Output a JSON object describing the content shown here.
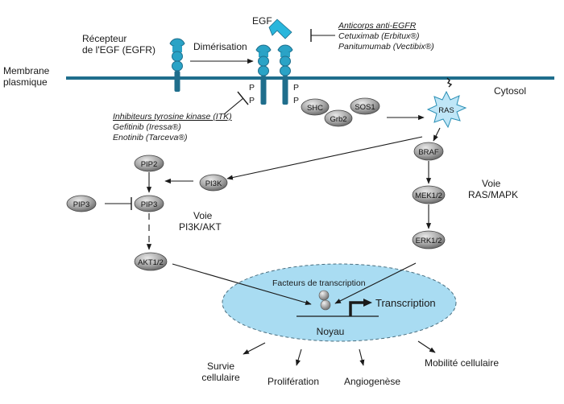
{
  "labels": {
    "egf": "EGF",
    "receptor_line1": "Récepteur",
    "receptor_line2": "de l'EGF (EGFR)",
    "dimerisation": "Dimérisation",
    "membrane_line1": "Membrane",
    "membrane_line2": "plasmique",
    "cytosol": "Cytosol",
    "p": "P",
    "voie_ras_line1": "Voie",
    "voie_ras_line2": "RAS/MAPK",
    "voie_pi3k_line1": "Voie",
    "voie_pi3k_line2": "PI3K/AKT",
    "facteurs": "Facteurs de transcription",
    "transcription": "Transcription",
    "noyau": "Noyau",
    "survie_line1": "Survie",
    "survie_line2": "cellulaire",
    "proliferation": "Prolifération",
    "angiogenese": "Angiogenèse",
    "mobilite": "Mobilité cellulaire"
  },
  "anti_egfr": {
    "title": "Anticorps anti-EGFR",
    "drug1": "Cetuximab (Erbitux®)",
    "drug2": "Panitumumab (Vectibix®)"
  },
  "itk": {
    "title": "Inhibiteurs tyrosine kinase (ITK)",
    "drug1": "Gefitinib (Iressa®)",
    "drug2": "Enotinib (Tarceva®)"
  },
  "nodes": {
    "shc": "SHC",
    "grb2": "Grb2",
    "sos1": "SOS1",
    "ras": "RAS",
    "braf": "BRAF",
    "mek": "MEK1/2",
    "erk": "ERK1/2",
    "pi3k": "PI3K",
    "pip2": "PIP2",
    "pip3_left": "PIP3",
    "pip3": "PIP3",
    "akt": "AKT1/2"
  },
  "colors": {
    "membrane": "#1f6e8c",
    "receptor": "#2aa3c6",
    "receptor_dark": "#1f6e8c",
    "egf": "#29b6dc",
    "nucleus_fill": "#a9dcf2",
    "node_fill": "#9a9a9a",
    "ras_fill": "#bfe6f7"
  }
}
